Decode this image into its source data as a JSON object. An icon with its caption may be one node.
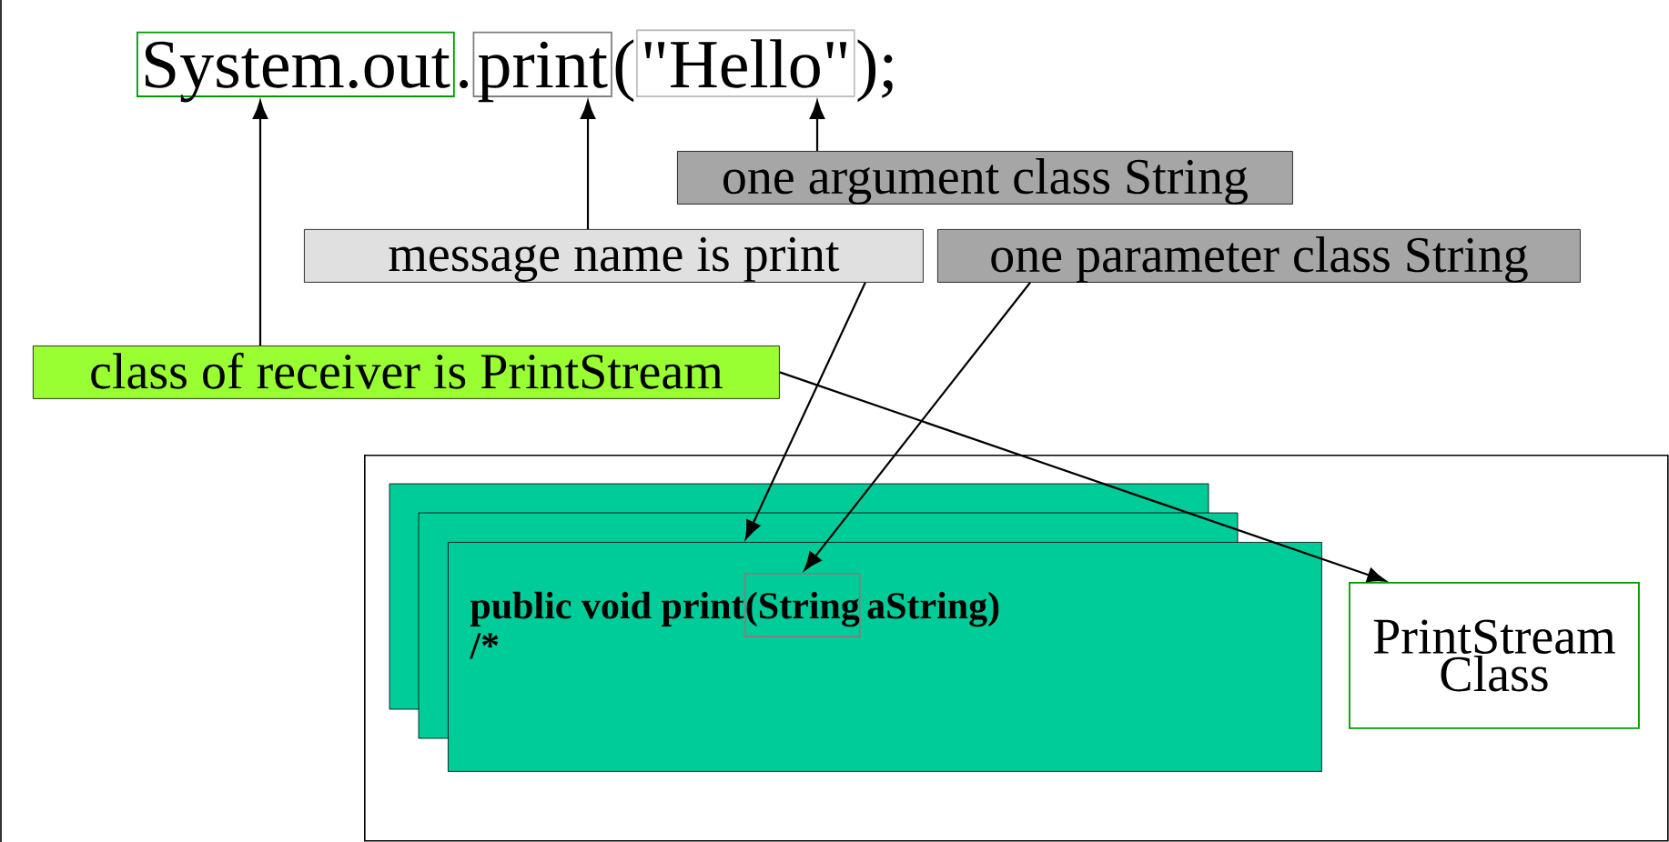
{
  "diagram": {
    "nodes": [
      {
        "text": [
          "System.out"
        ]
      },
      {
        "text": [
          "print"
        ]
      },
      {
        "text": [
          "\"Hello\""
        ]
      },
      {
        "text": [
          "one argument class String"
        ]
      },
      {
        "text": [
          "message name is print"
        ]
      },
      {
        "text": [
          "one parameter class String"
        ]
      },
      {
        "text": [
          "class of receiver is PrintStream"
        ]
      },
      {
        "text": [],
        "shape": "box"
      },
      {
        "text": [
          "public void print",
          "aString)",
          "/*"
        ],
        "in": 7
      },
      {
        "text": [
          "(String"
        ],
        "in": 8
      },
      {
        "text": [
          "PrintStream Class"
        ],
        "in": 7
      }
    ],
    "edges": [
      {
        "from": 6,
        "to": 0,
        "arrow": "to"
      },
      {
        "from": 4,
        "to": 1,
        "arrow": "to"
      },
      {
        "from": 3,
        "to": 2,
        "arrow": "to"
      },
      {
        "from": 4,
        "to": 8,
        "arrow": "to"
      },
      {
        "from": 5,
        "to": 9,
        "arrow": "to"
      },
      {
        "from": 6,
        "to": 10,
        "arrow": "to"
      }
    ],
    "labels": [
      ".",
      "(",
      ");"
    ]
  }
}
